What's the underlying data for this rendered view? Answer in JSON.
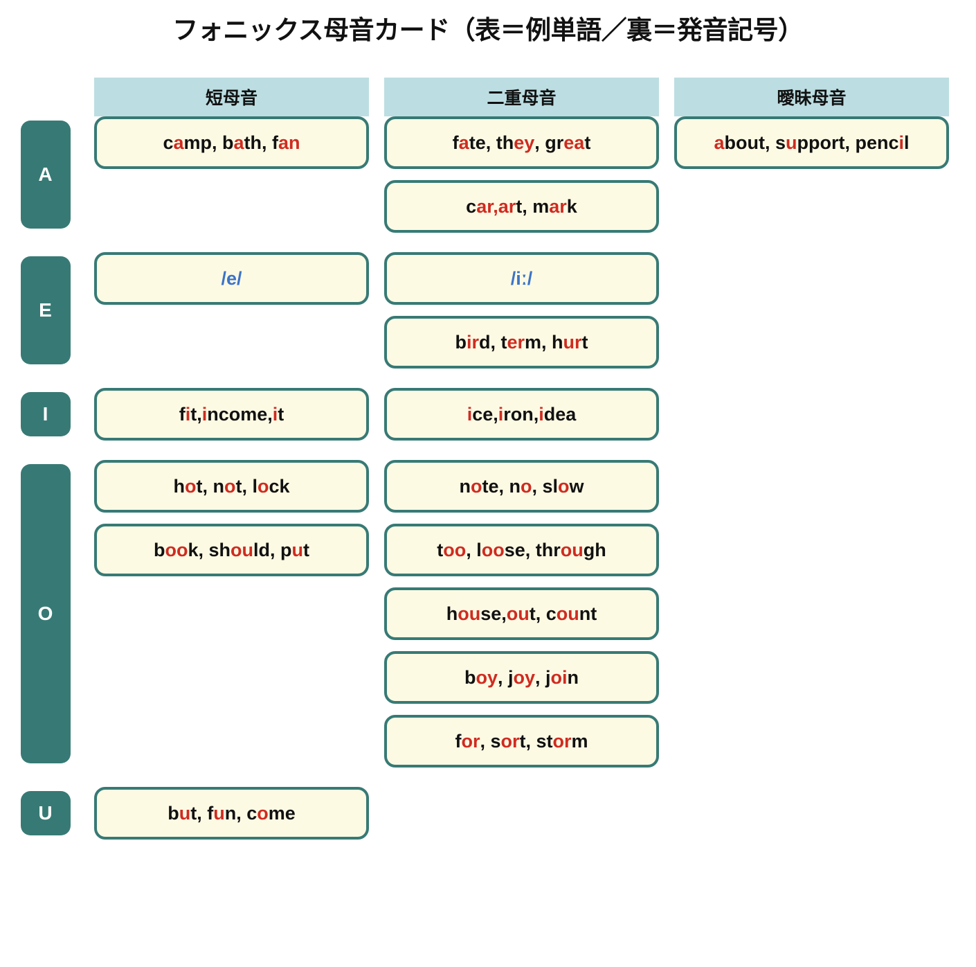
{
  "title": "フォニックス母音カード（表＝例単語／裏＝発音記号）",
  "colors": {
    "vowel_tile": "#377a75",
    "card_bg": "#fdfae4",
    "card_border": "#377a75",
    "header_band": "#bcdee2",
    "highlight": "#d02b20",
    "ipa": "#3b73c8",
    "page_bg": "#ffffff"
  },
  "headers": [
    {
      "label": "短母音"
    },
    {
      "label": "二重母音"
    },
    {
      "label": "曖昧母音"
    }
  ],
  "rows": [
    {
      "vowel": "A",
      "columns": [
        {
          "cards": [
            {
              "type": "words",
              "text": "camp, bath, fan",
              "parts": [
                {
                  "t": "c",
                  "h": false
                },
                {
                  "t": "a",
                  "h": true
                },
                {
                  "t": "mp, b",
                  "h": false
                },
                {
                  "t": "a",
                  "h": true
                },
                {
                  "t": "th, f",
                  "h": false
                },
                {
                  "t": "an",
                  "h": true
                }
              ]
            }
          ]
        },
        {
          "cards": [
            {
              "type": "words",
              "text": "fate, they, great",
              "parts": [
                {
                  "t": "f",
                  "h": false
                },
                {
                  "t": "a",
                  "h": true
                },
                {
                  "t": "te, th",
                  "h": false
                },
                {
                  "t": "ey",
                  "h": true
                },
                {
                  "t": ", gr",
                  "h": false
                },
                {
                  "t": "ea",
                  "h": true
                },
                {
                  "t": "t",
                  "h": false
                }
              ]
            },
            {
              "type": "words",
              "text": "car,art, mark",
              "parts": [
                {
                  "t": "c",
                  "h": false
                },
                {
                  "t": "ar,ar",
                  "h": true
                },
                {
                  "t": "t, m",
                  "h": false
                },
                {
                  "t": "ar",
                  "h": true
                },
                {
                  "t": "k",
                  "h": false
                }
              ]
            }
          ]
        },
        {
          "cards": [
            {
              "type": "words",
              "text": "about, support, pencil",
              "parts": [
                {
                  "t": "a",
                  "h": true
                },
                {
                  "t": "bout, s",
                  "h": false
                },
                {
                  "t": "u",
                  "h": true
                },
                {
                  "t": "pport, penc",
                  "h": false
                },
                {
                  "t": "i",
                  "h": true
                },
                {
                  "t": "l",
                  "h": false
                }
              ]
            }
          ]
        }
      ]
    },
    {
      "vowel": "E",
      "columns": [
        {
          "cards": [
            {
              "type": "ipa",
              "text": "/e/",
              "parts": [
                {
                  "t": "/e/",
                  "h": false
                }
              ]
            }
          ]
        },
        {
          "cards": [
            {
              "type": "ipa",
              "text": "/iː/",
              "parts": [
                {
                  "t": "/iː/",
                  "h": false
                }
              ]
            },
            {
              "type": "words",
              "text": "bird, term, hurt",
              "parts": [
                {
                  "t": "b",
                  "h": false
                },
                {
                  "t": "ir",
                  "h": true
                },
                {
                  "t": "d, t",
                  "h": false
                },
                {
                  "t": "er",
                  "h": true
                },
                {
                  "t": "m, h",
                  "h": false
                },
                {
                  "t": "ur",
                  "h": true
                },
                {
                  "t": "t",
                  "h": false
                }
              ]
            }
          ]
        },
        {
          "cards": []
        }
      ]
    },
    {
      "vowel": "I",
      "columns": [
        {
          "cards": [
            {
              "type": "words",
              "text": "fit,income,it",
              "parts": [
                {
                  "t": "f",
                  "h": false
                },
                {
                  "t": "i",
                  "h": true
                },
                {
                  "t": "t,",
                  "h": false
                },
                {
                  "t": "i",
                  "h": true
                },
                {
                  "t": "ncome,",
                  "h": false
                },
                {
                  "t": "i",
                  "h": true
                },
                {
                  "t": "t",
                  "h": false
                }
              ]
            }
          ]
        },
        {
          "cards": [
            {
              "type": "words",
              "text": "ice,iron,idea",
              "parts": [
                {
                  "t": "i",
                  "h": true
                },
                {
                  "t": "ce,",
                  "h": false
                },
                {
                  "t": "i",
                  "h": true
                },
                {
                  "t": "ron,",
                  "h": false
                },
                {
                  "t": "i",
                  "h": true
                },
                {
                  "t": "dea",
                  "h": false
                }
              ]
            }
          ]
        },
        {
          "cards": []
        }
      ]
    },
    {
      "vowel": "O",
      "columns": [
        {
          "cards": [
            {
              "type": "words",
              "text": "hot, not, lock",
              "parts": [
                {
                  "t": "h",
                  "h": false
                },
                {
                  "t": "o",
                  "h": true
                },
                {
                  "t": "t, n",
                  "h": false
                },
                {
                  "t": "o",
                  "h": true
                },
                {
                  "t": "t, l",
                  "h": false
                },
                {
                  "t": "o",
                  "h": true
                },
                {
                  "t": "ck",
                  "h": false
                }
              ]
            },
            {
              "type": "words",
              "text": "book, should, put",
              "parts": [
                {
                  "t": "b",
                  "h": false
                },
                {
                  "t": "oo",
                  "h": true
                },
                {
                  "t": "k, sh",
                  "h": false
                },
                {
                  "t": "ou",
                  "h": true
                },
                {
                  "t": "ld, p",
                  "h": false
                },
                {
                  "t": "u",
                  "h": true
                },
                {
                  "t": "t",
                  "h": false
                }
              ]
            }
          ]
        },
        {
          "cards": [
            {
              "type": "words",
              "text": "note, no, slow",
              "parts": [
                {
                  "t": "n",
                  "h": false
                },
                {
                  "t": "o",
                  "h": true
                },
                {
                  "t": "te, n",
                  "h": false
                },
                {
                  "t": "o",
                  "h": true
                },
                {
                  "t": ", sl",
                  "h": false
                },
                {
                  "t": "o",
                  "h": true
                },
                {
                  "t": "w",
                  "h": false
                }
              ]
            },
            {
              "type": "words",
              "text": "too, loose, through",
              "parts": [
                {
                  "t": "t",
                  "h": false
                },
                {
                  "t": "oo",
                  "h": true
                },
                {
                  "t": ", l",
                  "h": false
                },
                {
                  "t": "oo",
                  "h": true
                },
                {
                  "t": "se, thr",
                  "h": false
                },
                {
                  "t": "ou",
                  "h": true
                },
                {
                  "t": "gh",
                  "h": false
                }
              ]
            },
            {
              "type": "words",
              "text": "house,out, count",
              "parts": [
                {
                  "t": "h",
                  "h": false
                },
                {
                  "t": "ou",
                  "h": true
                },
                {
                  "t": "se,",
                  "h": false
                },
                {
                  "t": "ou",
                  "h": true
                },
                {
                  "t": "t, c",
                  "h": false
                },
                {
                  "t": "ou",
                  "h": true
                },
                {
                  "t": "nt",
                  "h": false
                }
              ]
            },
            {
              "type": "words",
              "text": "boy, joy, join",
              "parts": [
                {
                  "t": "b",
                  "h": false
                },
                {
                  "t": "oy",
                  "h": true
                },
                {
                  "t": ", j",
                  "h": false
                },
                {
                  "t": "oy",
                  "h": true
                },
                {
                  "t": ", j",
                  "h": false
                },
                {
                  "t": "oi",
                  "h": true
                },
                {
                  "t": "n",
                  "h": false
                }
              ]
            },
            {
              "type": "words",
              "text": "for, sort, storm",
              "parts": [
                {
                  "t": "f",
                  "h": false
                },
                {
                  "t": "or",
                  "h": true
                },
                {
                  "t": ", s",
                  "h": false
                },
                {
                  "t": "or",
                  "h": true
                },
                {
                  "t": "t, st",
                  "h": false
                },
                {
                  "t": "or",
                  "h": true
                },
                {
                  "t": "m",
                  "h": false
                }
              ]
            }
          ]
        },
        {
          "cards": []
        }
      ]
    },
    {
      "vowel": "U",
      "columns": [
        {
          "cards": [
            {
              "type": "words",
              "text": "but, fun, come",
              "parts": [
                {
                  "t": "b",
                  "h": false
                },
                {
                  "t": "u",
                  "h": true
                },
                {
                  "t": "t, f",
                  "h": false
                },
                {
                  "t": "u",
                  "h": true
                },
                {
                  "t": "n, c",
                  "h": false
                },
                {
                  "t": "o",
                  "h": true
                },
                {
                  "t": "me",
                  "h": false
                }
              ]
            }
          ]
        },
        {
          "cards": []
        },
        {
          "cards": []
        }
      ]
    }
  ]
}
